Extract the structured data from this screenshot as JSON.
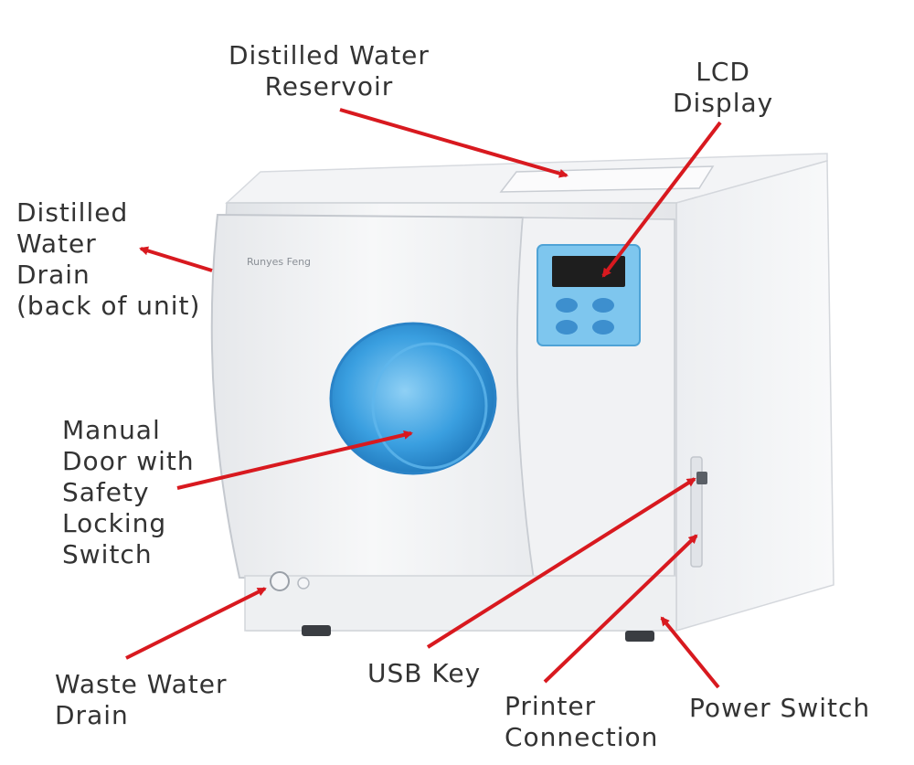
{
  "labels": {
    "distilled_water_reservoir": [
      "Distilled Water",
      "Reservoir"
    ],
    "lcd_display": [
      "LCD",
      "Display"
    ],
    "distilled_water_drain": [
      "Distilled",
      "Water",
      "Drain",
      "(back of unit)"
    ],
    "manual_door": [
      "Manual",
      "Door with",
      "Safety",
      "Locking",
      "Switch"
    ],
    "waste_water_drain": [
      "Waste Water",
      "Drain"
    ],
    "usb_key": [
      "USB Key"
    ],
    "printer_connection": [
      "Printer",
      "Connection"
    ],
    "power_switch": [
      "Power Switch"
    ]
  },
  "device": {
    "brand_text": "Runyes Feng"
  },
  "colors": {
    "arrow": "#d8191f",
    "panel_blue": "#7ec6ee",
    "lcd_screen": "#1e1e1e",
    "door_window": "#3a9fe0",
    "text": "#333333"
  }
}
